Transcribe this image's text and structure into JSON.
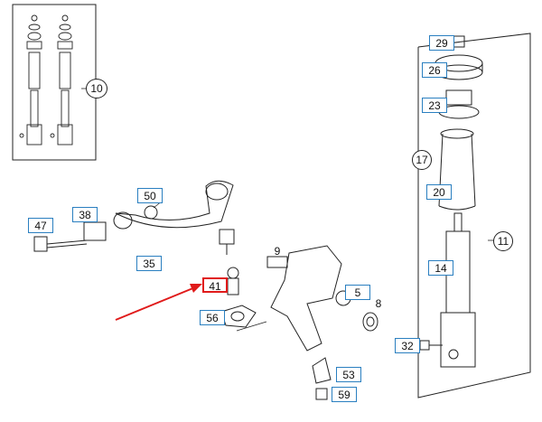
{
  "labels": {
    "l10": "10",
    "l29": "29",
    "l26": "26",
    "l23": "23",
    "l17": "17",
    "l20": "20",
    "l11": "11",
    "l14": "14",
    "l32": "32",
    "l50": "50",
    "l38": "38",
    "l47": "47",
    "l35": "35",
    "l9": "9",
    "l41": "41",
    "l5": "5",
    "l8": "8",
    "l56": "56",
    "l53": "53",
    "l59": "59"
  },
  "colors": {
    "label_border": "#2a7fc0",
    "highlight": "#e01a1a",
    "line": "#222222"
  },
  "highlighted_part": "41"
}
